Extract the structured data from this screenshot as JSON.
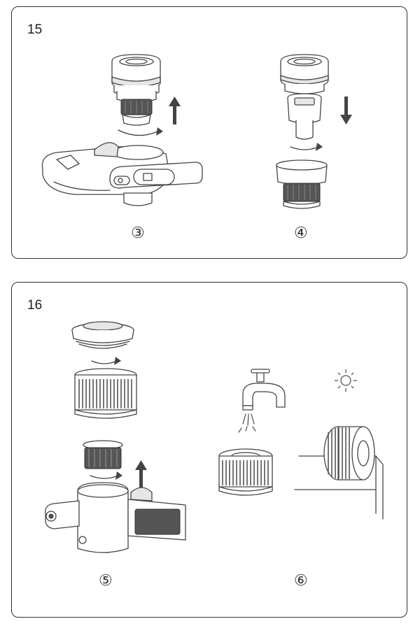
{
  "panels": [
    {
      "number": "15",
      "steps": [
        {
          "label": "③"
        },
        {
          "label": "④"
        }
      ]
    },
    {
      "number": "16",
      "steps": [
        {
          "label": "⑤"
        },
        {
          "label": "⑥"
        }
      ]
    }
  ]
}
